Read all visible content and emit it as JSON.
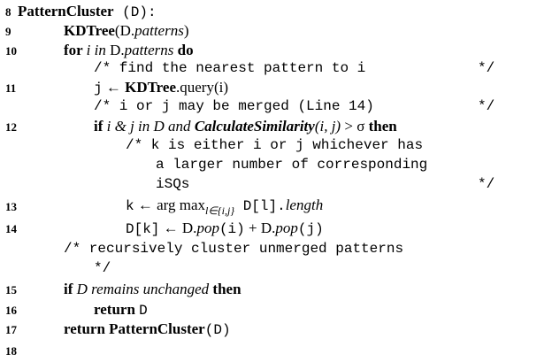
{
  "lines": {
    "l8": {
      "num": "8",
      "name": "PatternCluster",
      "args": " (D):"
    },
    "l9": {
      "num": "9",
      "fn": "KDTree",
      "arg": "(D.",
      "argi": "patterns",
      "close": ")"
    },
    "l10": {
      "num": "10",
      "kw_for": "for ",
      "var": "i",
      "kw_in": " in ",
      "obj": "D.",
      "objfield": "patterns",
      "kw_do": " do"
    },
    "c1": {
      "text": "/* find the nearest pattern to i",
      "end": "*/"
    },
    "l11": {
      "num": "11",
      "lhs": "j",
      "arrow": " ← ",
      "fn": "KDTree",
      "rest": ".query(i)"
    },
    "c2": {
      "text": "/* i or j may be merged (Line 14)",
      "end": "*/"
    },
    "l12": {
      "num": "12",
      "kw_if": "if ",
      "cond1": "i & j in D and ",
      "fn": "CalculateSimilarity",
      "args": "(i, j)",
      "gt": " > σ ",
      "kw_then": "then"
    },
    "c3a": {
      "text": "/* k is either i or j whichever has"
    },
    "c3b": {
      "text": "a larger number of corresponding"
    },
    "c3c": {
      "text": "iSQs",
      "end": "*/"
    },
    "l13": {
      "num": "13",
      "lhs": "k",
      "arrow": " ← arg max",
      "sub": "l∈{i,j}",
      "obj": " D[l].",
      "field": "length"
    },
    "l14": {
      "num": "14",
      "lhs": "D[k]",
      "arrow": " ← D.",
      "pop1": "pop",
      "arg1": "(i)",
      "plus": " + D.",
      "pop2": "pop",
      "arg2": "(j)"
    },
    "c4a": {
      "text": "/* recursively cluster unmerged patterns"
    },
    "c4b": {
      "text": "*/"
    },
    "l15": {
      "num": "15",
      "kw_if": "if ",
      "cond": "D remains unchanged ",
      "kw_then": "then"
    },
    "l16": {
      "num": "16",
      "kw_return": "return ",
      "val": "D"
    },
    "l17": {
      "num": "17",
      "kw_return": "return ",
      "fn": "PatternCluster",
      "args": "(D)"
    },
    "l18": {
      "num": "18"
    }
  }
}
